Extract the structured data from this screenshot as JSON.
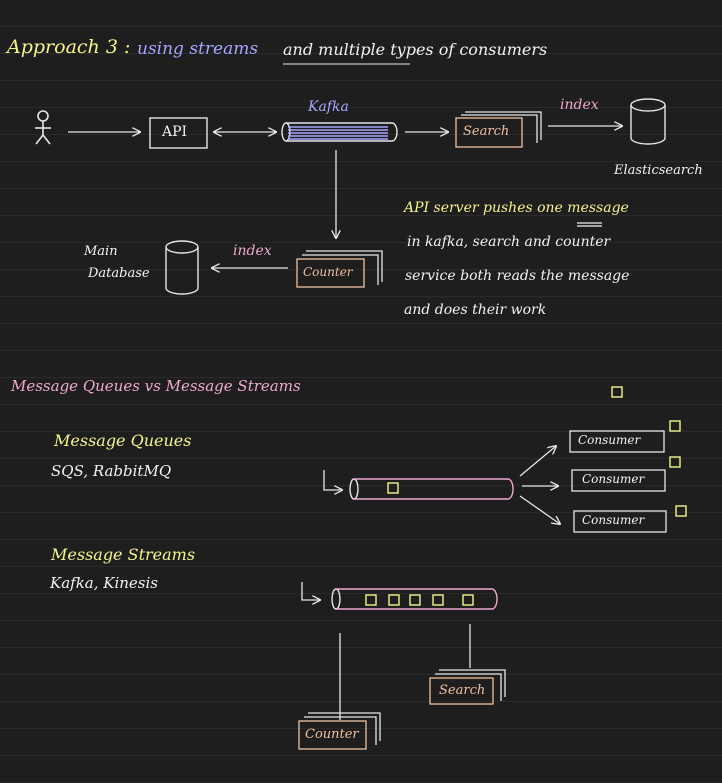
{
  "colors": {
    "background": "#1e1e1e",
    "white": "#f2f2f2",
    "purple": "#a6a6ff",
    "yellow": "#f4f48a",
    "pink": "#f0a8d0",
    "orange": "#f0c0a0"
  },
  "top": {
    "heading_prefix": "Approach 3 :",
    "heading_rest": "using streams",
    "heading_tail": "and multiple types of consumers",
    "kafka_label": "Kafka",
    "api_label": "API",
    "search_label": "Search",
    "index_label_top": "index",
    "elasticsearch_label": "Elasticsearch",
    "counter_label": "Counter",
    "index_label_db": "index",
    "main_db_label_1": "Main",
    "main_db_label_2": "Database",
    "note_line_1": "API server pushes one message",
    "note_line_2": "in kafka, search and counter",
    "note_line_3": "service both reads the message",
    "note_line_4": "and does their work"
  },
  "bottom": {
    "section_title": "Message Queues vs Message Streams",
    "queues_title": "Message Queues",
    "queues_examples": "SQS, RabbitMQ",
    "streams_title": "Message Streams",
    "streams_examples": "Kafka, Kinesis",
    "consumer_1": "Consumer",
    "consumer_2": "Consumer",
    "consumer_3": "Consumer",
    "search_label": "Search",
    "counter_label": "Counter"
  }
}
